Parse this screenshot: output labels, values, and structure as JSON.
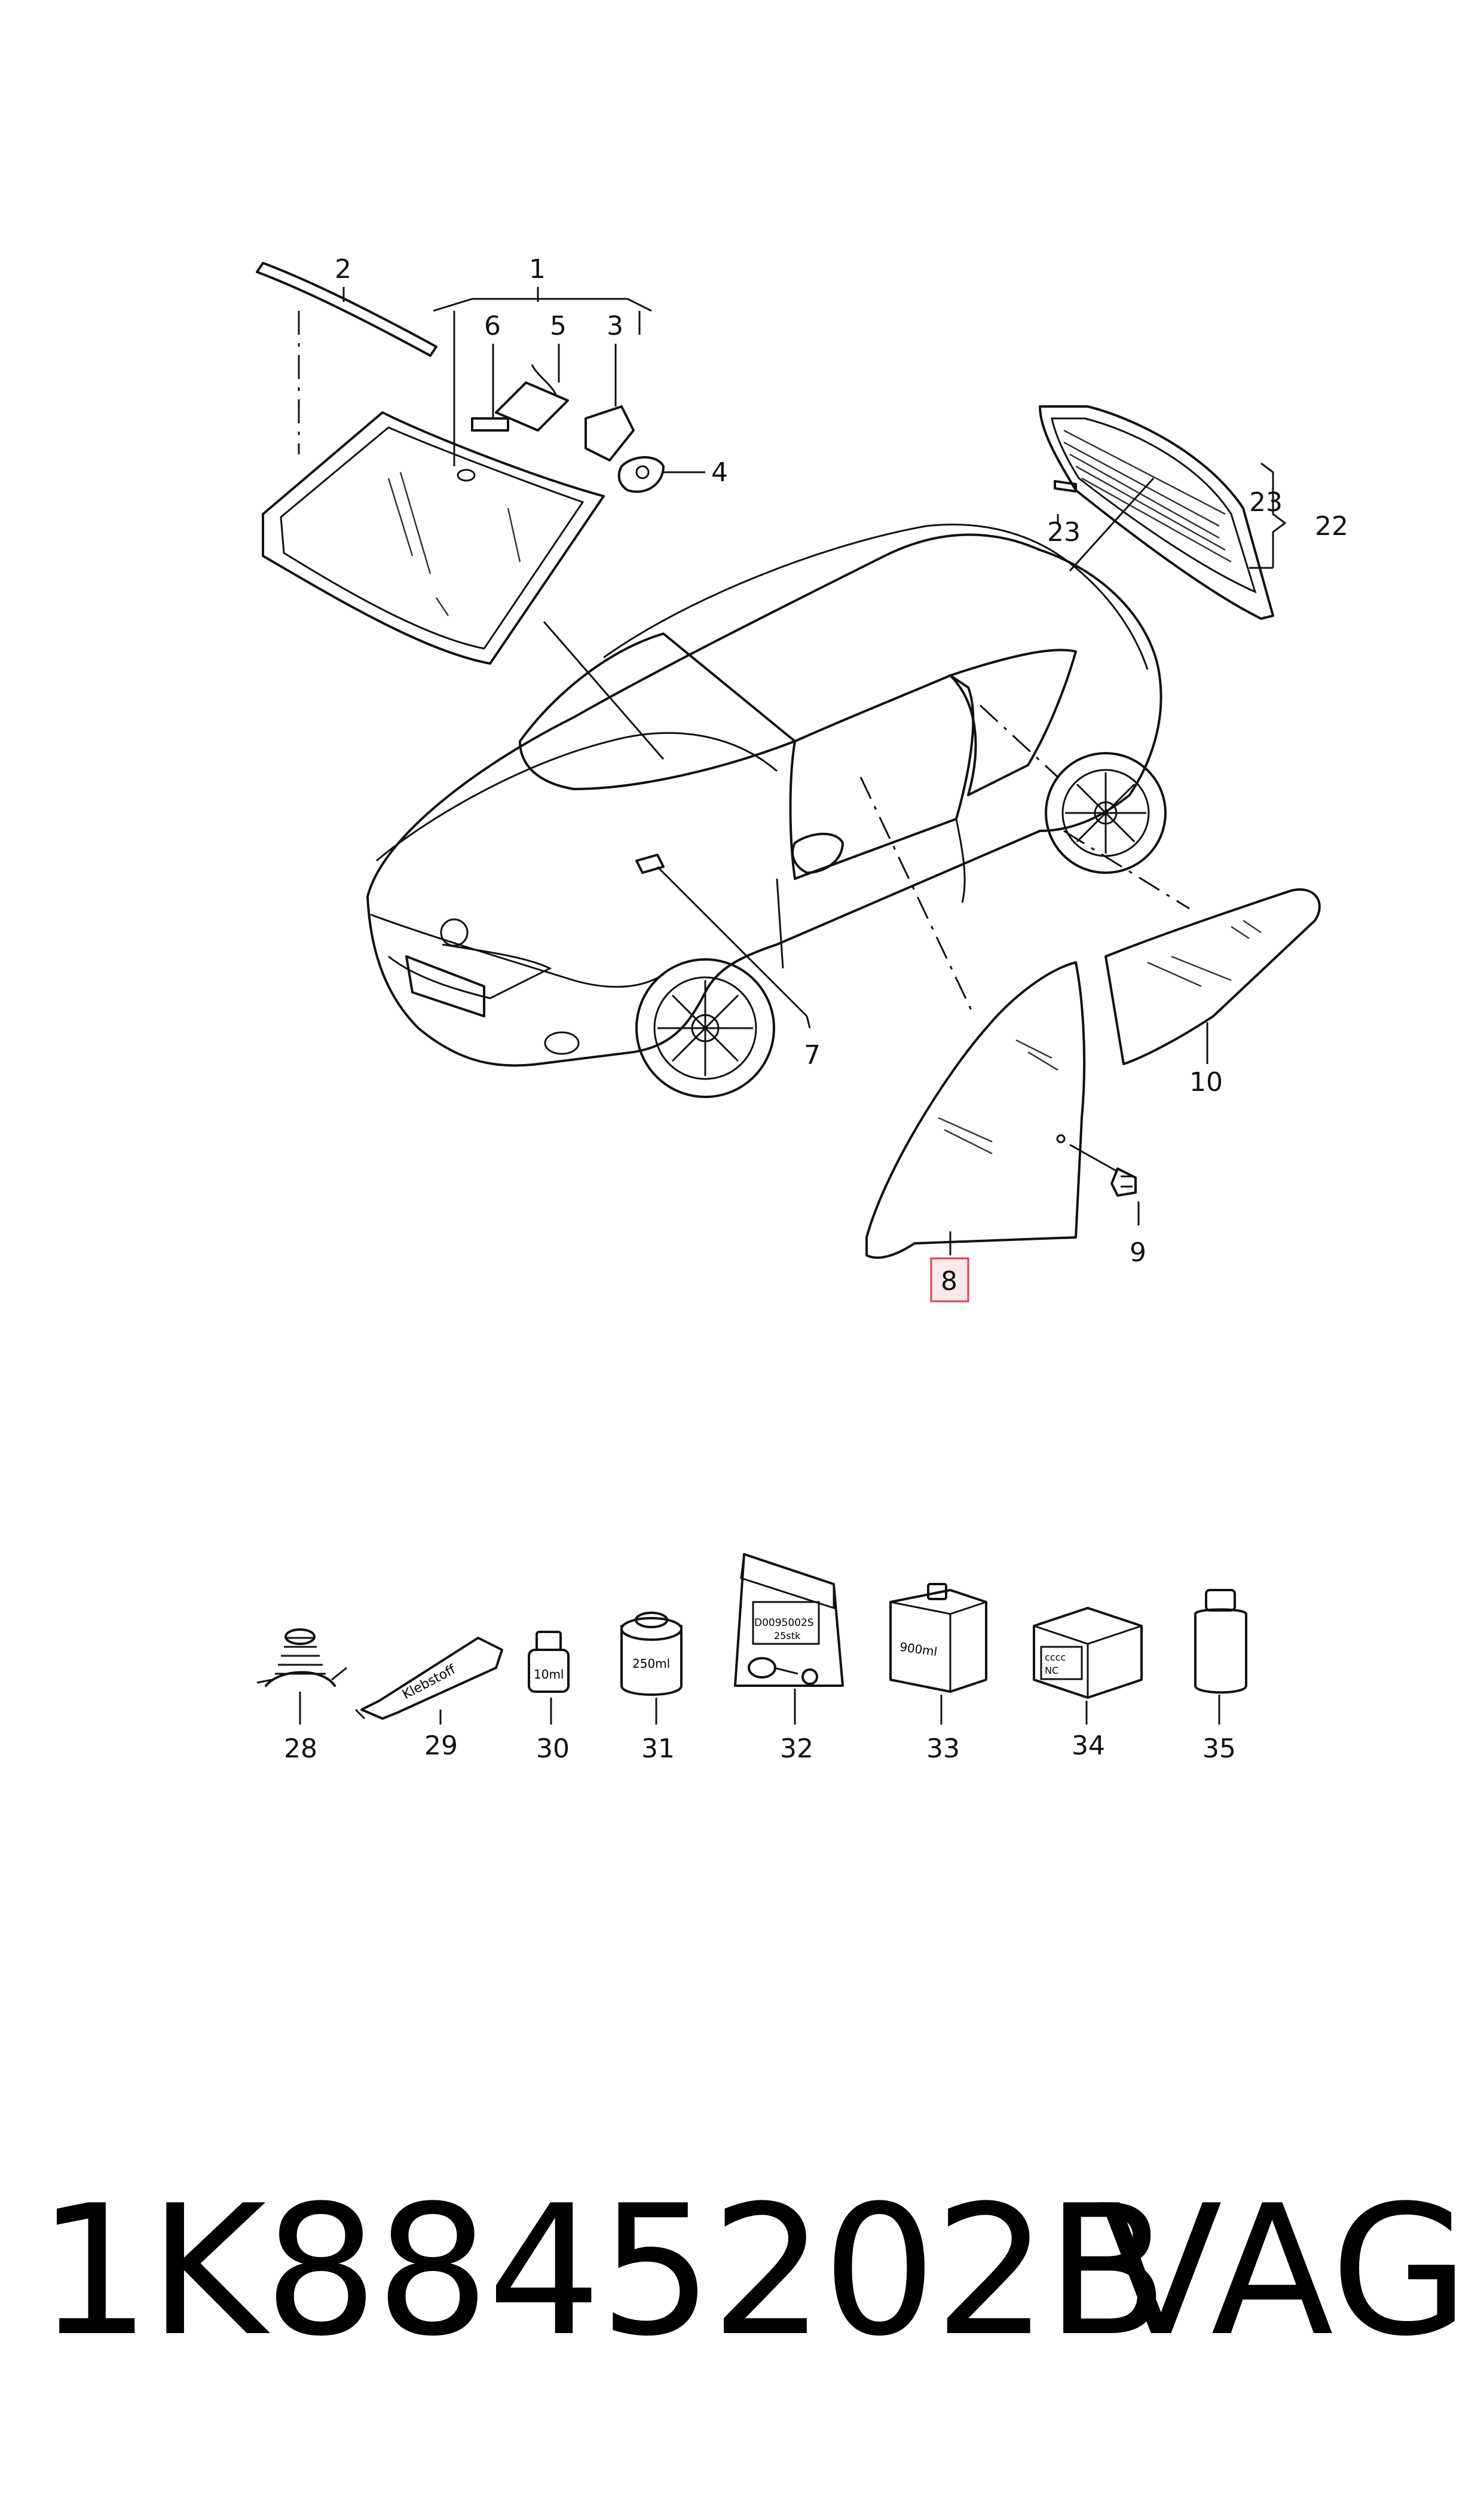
{
  "callouts": {
    "c1": "1",
    "c2": "2",
    "c3": "3",
    "c4": "4",
    "c5": "5",
    "c6": "6",
    "c7": "7",
    "c8": "8",
    "c9": "9",
    "c10": "10",
    "c22": "22",
    "c23a": "23",
    "c23b": "23",
    "c28": "28",
    "c29": "29",
    "c30": "30",
    "c31": "31",
    "c32": "32",
    "c33": "33",
    "c34": "34",
    "c35": "35"
  },
  "highlighted_callout": "8",
  "highlight_color": "#e0404a",
  "product_labels": {
    "tube": "Klebstoff",
    "bottle_small": "10ml",
    "can": "250ml",
    "bag_code": "D0095002S",
    "bag_qty": "25stk",
    "box": "900ml",
    "kit_line1": "cccc",
    "kit_line2": "NC"
  },
  "footer": {
    "part_number": "1K8845202B",
    "brand": "VAG"
  }
}
